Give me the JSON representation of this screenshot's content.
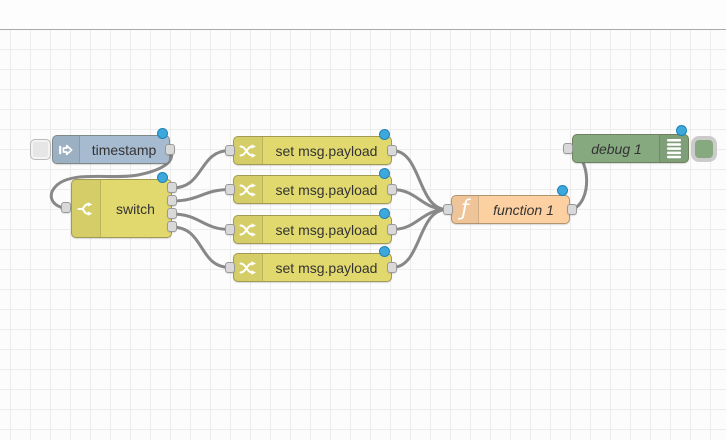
{
  "app_title": "Node-RED flow editor",
  "colors": {
    "inject_node": "#a6bbcf",
    "switch_node": "#e2d96e",
    "change_node": "#e2d96e",
    "function_node": "#fdd0a2",
    "debug_node": "#87a980",
    "wire": "#888888",
    "port": "#d9d9d9",
    "changed_dot": "#3da8dc",
    "grid_line": "#ececec"
  },
  "canvas": {
    "grid_size": 20
  },
  "nodes": [
    {
      "id": "inject",
      "type": "inject",
      "label": "timestamp",
      "icon": "inject-arrow-icon",
      "changed": true
    },
    {
      "id": "switch",
      "type": "switch",
      "label": "switch",
      "icon": "fork-icon",
      "outputs": 4,
      "changed": true
    },
    {
      "id": "change1",
      "type": "change",
      "label": "set msg.payload",
      "icon": "shuffle-icon",
      "changed": true
    },
    {
      "id": "change2",
      "type": "change",
      "label": "set msg.payload",
      "icon": "shuffle-icon",
      "changed": true
    },
    {
      "id": "change3",
      "type": "change",
      "label": "set msg.payload",
      "icon": "shuffle-icon",
      "changed": true
    },
    {
      "id": "change4",
      "type": "change",
      "label": "set msg.payload",
      "icon": "shuffle-icon",
      "changed": true
    },
    {
      "id": "function1",
      "type": "function",
      "label": "function 1",
      "icon": "function-icon",
      "changed": true
    },
    {
      "id": "debug1",
      "type": "debug",
      "label": "debug 1",
      "icon": "debug-output-icon",
      "changed": true,
      "enabled": true
    }
  ],
  "connections": [
    {
      "from": "inject",
      "to": "switch"
    },
    {
      "from": "switch:1",
      "to": "change1"
    },
    {
      "from": "switch:2",
      "to": "change2"
    },
    {
      "from": "switch:3",
      "to": "change3"
    },
    {
      "from": "switch:4",
      "to": "change4"
    },
    {
      "from": "change1",
      "to": "function1"
    },
    {
      "from": "change2",
      "to": "function1"
    },
    {
      "from": "change3",
      "to": "function1"
    },
    {
      "from": "change4",
      "to": "function1"
    },
    {
      "from": "function1",
      "to": "debug1"
    }
  ]
}
